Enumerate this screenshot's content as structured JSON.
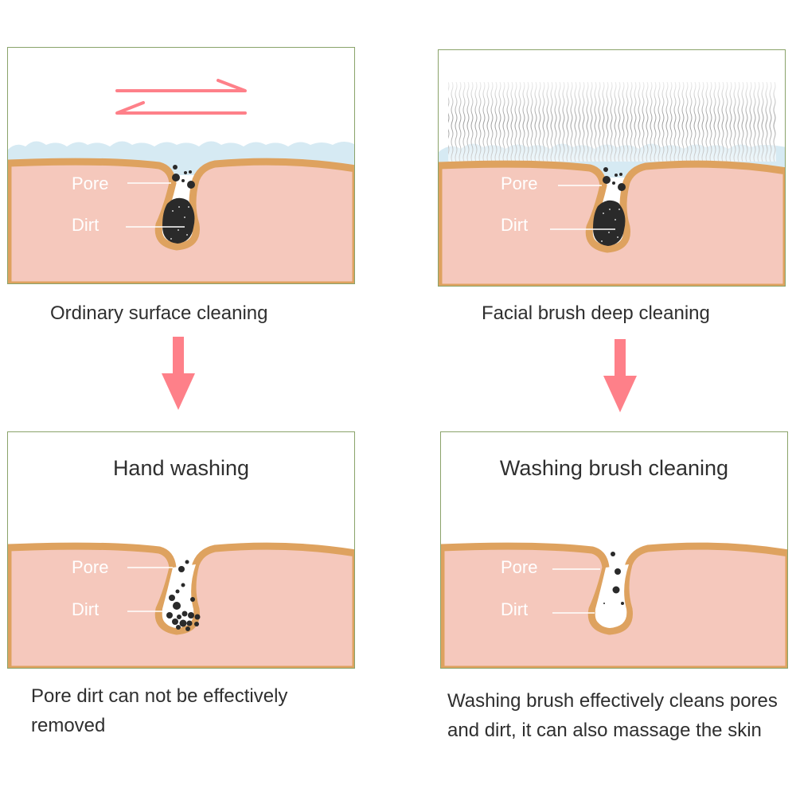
{
  "colors": {
    "skin": "#f5c8bc",
    "epidermis": "#dea25f",
    "foam": "#d6eaf3",
    "dirt": "#2a2a2a",
    "arrow": "#fe8089",
    "border": "#8aa36a"
  },
  "panels": [
    {
      "id": "ordinary-surface-cleaning",
      "top_icon": "back-and-forth-arrows-icon",
      "labels": {
        "pore": "Pore",
        "dirt": "Dirt"
      },
      "pore_state": "filled-with-dirt",
      "caption": "Ordinary surface cleaning"
    },
    {
      "id": "facial-brush-deep-cleaning",
      "top_icon": "brush-bristles-icon",
      "labels": {
        "pore": "Pore",
        "dirt": "Dirt"
      },
      "pore_state": "filled-with-dirt",
      "caption": "Facial brush deep cleaning"
    },
    {
      "id": "hand-washing",
      "title": "Hand washing",
      "labels": {
        "pore": "Pore",
        "dirt": "Dirt"
      },
      "pore_state": "partially-cleaned",
      "description": "Pore dirt can not be effectively removed"
    },
    {
      "id": "washing-brush-cleaning",
      "title": "Washing brush cleaning",
      "labels": {
        "pore": "Pore",
        "dirt": "Dirt"
      },
      "pore_state": "clean",
      "description": "Washing brush effectively cleans pores and dirt, it can also massage the skin"
    }
  ]
}
